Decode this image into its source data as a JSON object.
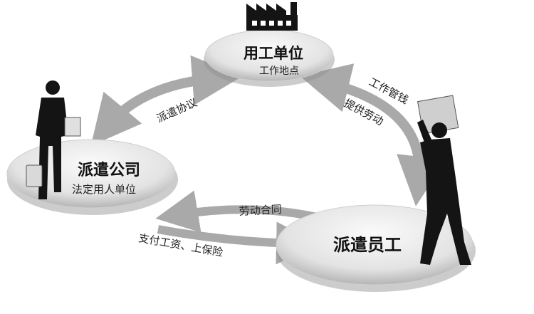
{
  "nodes": {
    "employer": {
      "title": "用工单位",
      "subtitle": "工作地点"
    },
    "agency": {
      "title": "派遣公司",
      "subtitle": "法定用人单位"
    },
    "employee": {
      "title": "派遣员工"
    }
  },
  "relations": {
    "dispatch_agreement": "派遣协议",
    "work_management": "工作管钱",
    "provide_labor": "提供劳动",
    "labor_contract": "劳动合同",
    "pay_wages_insurance": "支付工资、上保险"
  },
  "icons": {
    "employer": "factory-icon",
    "agency": "businessman-icon",
    "employee": "worker-icon"
  },
  "colors": {
    "ellipse_fill": "#e6e6e6",
    "ellipse_shade": "#9a9a9a",
    "arrow": "#a9a9a9",
    "silhouette": "#141414"
  }
}
